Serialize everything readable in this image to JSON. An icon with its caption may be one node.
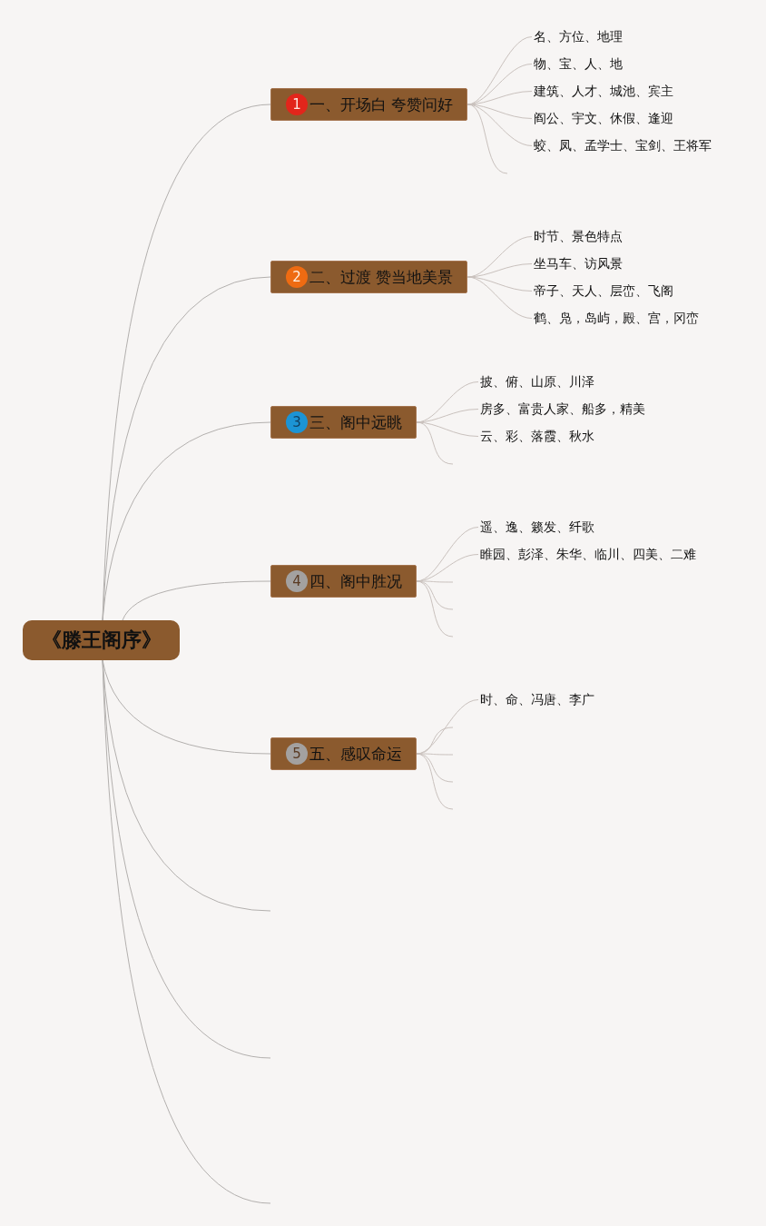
{
  "diagram": {
    "nodes": [
      {
        "text": [
          "《滕王阁序》"
        ]
      },
      {
        "text": [
          "1",
          "一、开场白 夸赞问好"
        ]
      },
      {
        "text": [
          "名、方位、地理"
        ]
      },
      {
        "text": [
          "物、宝、人、地"
        ]
      },
      {
        "text": [
          "建筑、人才、城池、宾主"
        ]
      },
      {
        "text": [
          "阎公、宇文、休假、逢迎"
        ]
      },
      {
        "text": [
          "蛟、凤、孟学士、宝剑、王将军"
        ]
      },
      {
        "text": [
          "2",
          "二、过渡 赞当地美景"
        ]
      },
      {
        "text": [
          "时节、景色特点"
        ]
      },
      {
        "text": [
          "坐马车、访风景"
        ]
      },
      {
        "text": [
          "帝子、天人、层峦、飞阁"
        ]
      },
      {
        "text": [
          "鹤、凫，岛屿，殿、宫，冈峦"
        ]
      },
      {
        "text": [
          "3",
          "三、阁中远眺"
        ]
      },
      {
        "text": [
          "披、俯、山原、川泽"
        ]
      },
      {
        "text": [
          "房多、富贵人家、船多，精美"
        ]
      },
      {
        "text": [
          "云、彩、落霞、秋水"
        ]
      },
      {
        "text": [
          "4",
          "四、阁中胜况"
        ]
      },
      {
        "text": [
          "遥、逸、籁发、纤歌"
        ]
      },
      {
        "text": [
          "睢园、彭泽、朱华、临川、四美、二难"
        ]
      },
      {
        "text": [
          "5",
          "五、感叹命运"
        ]
      },
      {
        "text": [
          "时、命、冯唐、李广"
        ]
      }
    ],
    "edges": [
      {
        "from": 0,
        "to": 1,
        "arrow": "none"
      },
      {
        "from": 1,
        "to": 2,
        "arrow": "none"
      },
      {
        "from": 1,
        "to": 3,
        "arrow": "none"
      },
      {
        "from": 1,
        "to": 4,
        "arrow": "none"
      },
      {
        "from": 1,
        "to": 5,
        "arrow": "none"
      },
      {
        "from": 1,
        "to": 6,
        "arrow": "none"
      },
      {
        "from": 1,
        "to": null,
        "arrow": "none"
      },
      {
        "from": 0,
        "to": 7,
        "arrow": "none"
      },
      {
        "from": 7,
        "to": 8,
        "arrow": "none"
      },
      {
        "from": 7,
        "to": 9,
        "arrow": "none"
      },
      {
        "from": 7,
        "to": 10,
        "arrow": "none"
      },
      {
        "from": 7,
        "to": 11,
        "arrow": "none"
      },
      {
        "from": 0,
        "to": 12,
        "arrow": "none"
      },
      {
        "from": 12,
        "to": 13,
        "arrow": "none"
      },
      {
        "from": 12,
        "to": 14,
        "arrow": "none"
      },
      {
        "from": 12,
        "to": 15,
        "arrow": "none"
      },
      {
        "from": 12,
        "to": null,
        "arrow": "none"
      },
      {
        "from": 0,
        "to": 16,
        "arrow": "none"
      },
      {
        "from": 16,
        "to": 17,
        "arrow": "none"
      },
      {
        "from": 16,
        "to": 18,
        "arrow": "none"
      },
      {
        "from": 16,
        "to": null,
        "arrow": "none"
      },
      {
        "from": 16,
        "to": null,
        "arrow": "none"
      },
      {
        "from": 16,
        "to": null,
        "arrow": "none"
      },
      {
        "from": 0,
        "to": 19,
        "arrow": "none"
      },
      {
        "from": 19,
        "to": 20,
        "arrow": "none"
      },
      {
        "from": 19,
        "to": null,
        "arrow": "none"
      },
      {
        "from": 19,
        "to": null,
        "arrow": "none"
      },
      {
        "from": 19,
        "to": null,
        "arrow": "none"
      },
      {
        "from": 19,
        "to": null,
        "arrow": "none"
      },
      {
        "from": 0,
        "to": null,
        "arrow": "none"
      },
      {
        "from": 0,
        "to": null,
        "arrow": "none"
      },
      {
        "from": 0,
        "to": null,
        "arrow": "none"
      }
    ]
  }
}
